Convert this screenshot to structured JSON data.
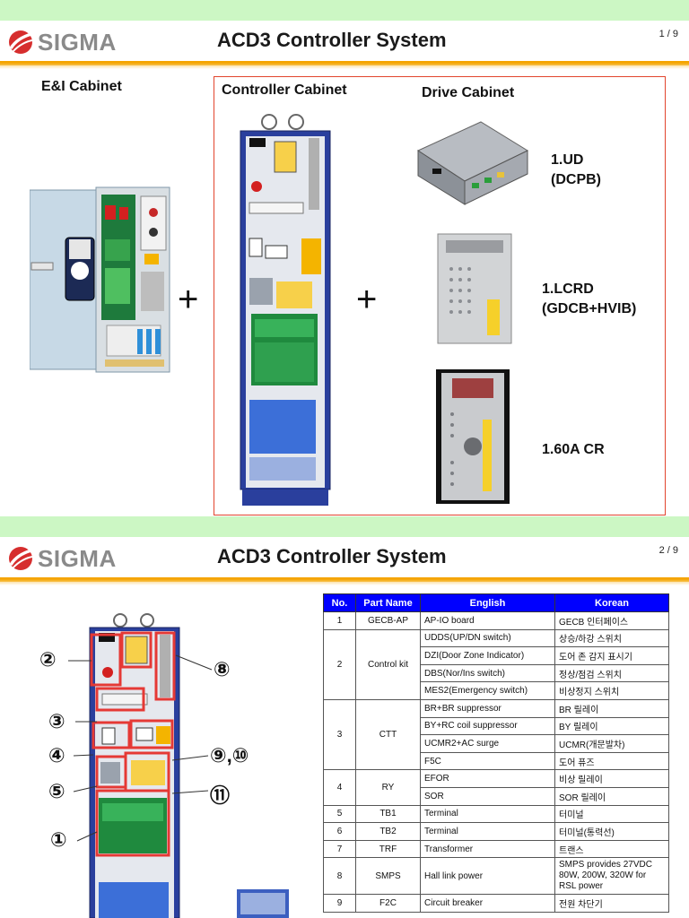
{
  "slide1": {
    "brand": "SIGMA",
    "title": "ACD3 Controller System",
    "page": "1 / 9",
    "ei_label": "E&I Cabinet",
    "controller_label": "Controller Cabinet",
    "drive_label": "Drive Cabinet",
    "plus_sign": "+",
    "drives": [
      {
        "line1": "1.UD",
        "line2": "(DCPB)"
      },
      {
        "line1": "1.LCRD",
        "line2": "(GDCB+HVIB)"
      },
      {
        "line1": "1.60A CR",
        "line2": ""
      }
    ]
  },
  "slide2": {
    "brand": "SIGMA",
    "title": "ACD3 Controller System",
    "page": "2 / 9",
    "callouts": [
      "②",
      "③",
      "④",
      "⑤",
      "①",
      "⑧",
      "⑨,⑩",
      "⑪"
    ],
    "table": {
      "headers": [
        "No.",
        "Part Name",
        "English",
        "Korean"
      ],
      "rows": [
        {
          "no": "1",
          "part": "GECB-AP",
          "en": "AP-IO board",
          "ko": "GECB 인터페이스"
        },
        {
          "no": "2",
          "part": "Control kit",
          "en": "UDDS(UP/DN switch)",
          "ko": "상승/하강 스위치"
        },
        {
          "no": "",
          "part": "",
          "en": "DZI(Door Zone Indicator)",
          "ko": "도어 존 감지 표시기"
        },
        {
          "no": "",
          "part": "",
          "en": "DBS(Nor/Ins switch)",
          "ko": "정상/점검 스위치"
        },
        {
          "no": "",
          "part": "",
          "en": "MES2(Emergency switch)",
          "ko": "비상정지 스위치"
        },
        {
          "no": "3",
          "part": "CTT",
          "en": "BR+BR suppressor",
          "ko": "BR 릴레이"
        },
        {
          "no": "",
          "part": "",
          "en": "BY+RC coil suppressor",
          "ko": "BY 릴레이"
        },
        {
          "no": "",
          "part": "",
          "en": "UCMR2+AC surge",
          "ko": "UCMR(개문발차)"
        },
        {
          "no": "",
          "part": "",
          "en": "F5C",
          "ko": "도어 퓨즈"
        },
        {
          "no": "4",
          "part": "RY",
          "en": "EFOR",
          "ko": "비상 릴레이"
        },
        {
          "no": "",
          "part": "",
          "en": "SOR",
          "ko": "SOR 릴레이"
        },
        {
          "no": "5",
          "part": "TB1",
          "en": "Terminal",
          "ko": "터미널"
        },
        {
          "no": "6",
          "part": "TB2",
          "en": "Terminal",
          "ko": "터미널(통력선)"
        },
        {
          "no": "7",
          "part": "TRF",
          "en": "Transformer",
          "ko": "트랜스"
        },
        {
          "no": "8",
          "part": "SMPS",
          "en": "Hall link power",
          "ko": "SMPS provides 27VDC 80W, 200W, 320W for RSL power"
        },
        {
          "no": "9",
          "part": "F2C",
          "en": "Circuit breaker",
          "ko": "전원 차단기"
        }
      ]
    }
  },
  "colors": {
    "accent_orange": "#f5a400",
    "top_band": "#ccf7c4",
    "table_header": "#0000ff",
    "red_frame": "#e2452e",
    "brand_red": "#d62e2e"
  }
}
